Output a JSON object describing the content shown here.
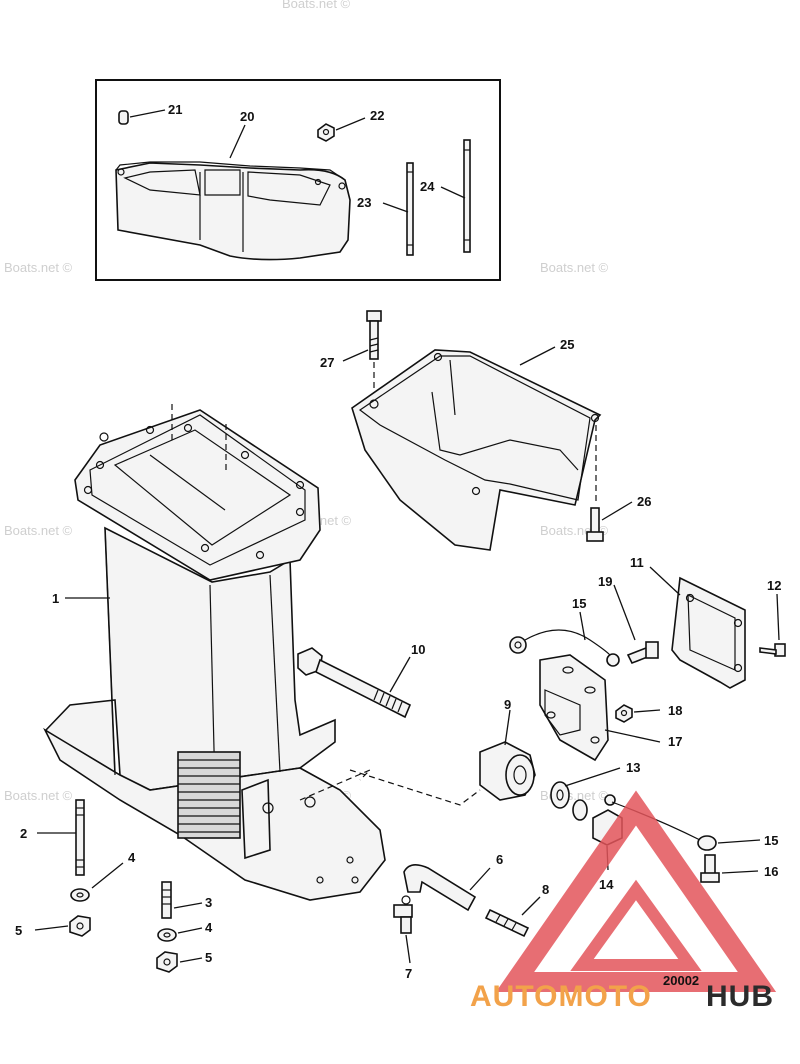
{
  "diagram": {
    "callouts": {
      "c1": "1",
      "c2": "2",
      "c3": "3",
      "c4a": "4",
      "c4b": "4",
      "c5a": "5",
      "c5b": "5",
      "c6": "6",
      "c7": "7",
      "c8": "8",
      "c9": "9",
      "c10": "10",
      "c11": "11",
      "c12": "12",
      "c13": "13",
      "c14": "14",
      "c15a": "15",
      "c15b": "15",
      "c16": "16",
      "c17": "17",
      "c18": "18",
      "c19": "19",
      "c20": "20",
      "c21": "21",
      "c22": "22",
      "c23": "23",
      "c24": "24",
      "c25": "25",
      "c26": "26",
      "c27": "27"
    },
    "drawing_number": "20002",
    "watermark": "Boats.net ©"
  },
  "brand": {
    "part1": "AUTOMOTO",
    "part2": "HUB",
    "colors": {
      "accent": "#f2a24a",
      "dark": "#2b2b2b",
      "logo_red": "#e3555a"
    }
  }
}
